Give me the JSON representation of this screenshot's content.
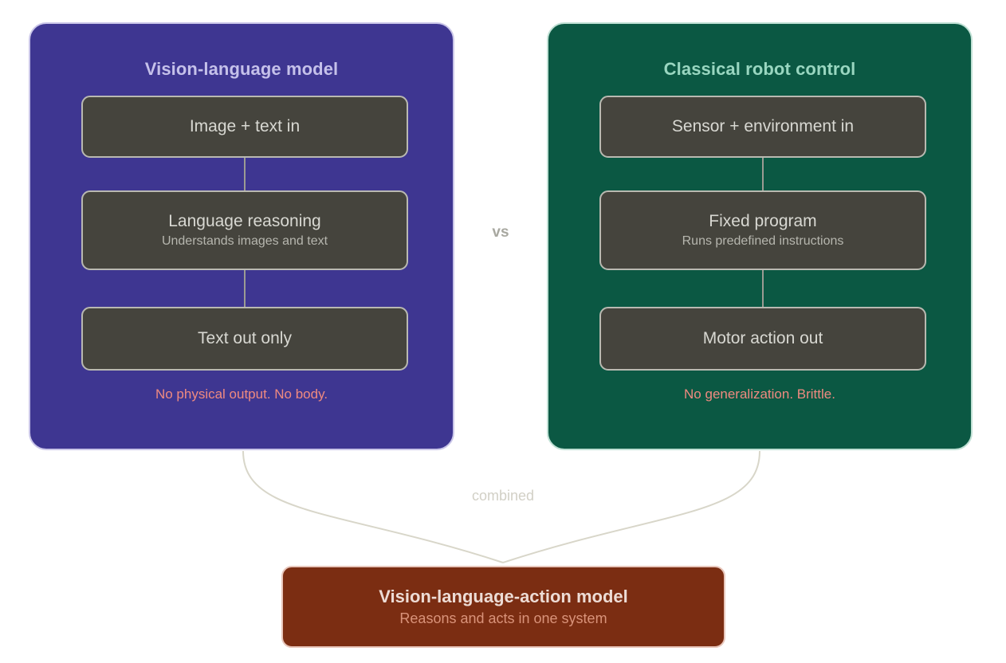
{
  "diagram": {
    "background_color": "#ffffff",
    "center_label": "vs",
    "merge_label": "combined",
    "panels": [
      {
        "id": "vision-language-model",
        "title": "Vision-language model",
        "panel_color": "#3e3691",
        "title_color": "#c5c1ea",
        "steps": [
          {
            "title": "Image + text in",
            "subtitle": ""
          },
          {
            "title": "Language reasoning",
            "subtitle": "Understands images and text"
          },
          {
            "title": "Text out only",
            "subtitle": ""
          }
        ],
        "caveat": "No physical output. No body.",
        "caveat_color": "#ef8a80"
      },
      {
        "id": "classical-robot-control",
        "title": "Classical robot control",
        "panel_color": "#0b5843",
        "title_color": "#99d6c0",
        "steps": [
          {
            "title": "Sensor + environment in",
            "subtitle": ""
          },
          {
            "title": "Fixed program",
            "subtitle": "Runs predefined instructions"
          },
          {
            "title": "Motor action out",
            "subtitle": ""
          }
        ],
        "caveat": "No generalization. Brittle.",
        "caveat_color": "#ef8a80"
      }
    ],
    "result": {
      "title": "Vision-language-action model",
      "subtitle": "Reasons and acts in one system",
      "box_color": "#7b2d12",
      "title_color": "#eddcd5",
      "subtitle_color": "#d9937a"
    },
    "step_box_color": "#45443d",
    "step_text_color": "#d8d8d2",
    "step_sub_color": "#b6b6ae",
    "connector_color": "#d8d6c9"
  }
}
